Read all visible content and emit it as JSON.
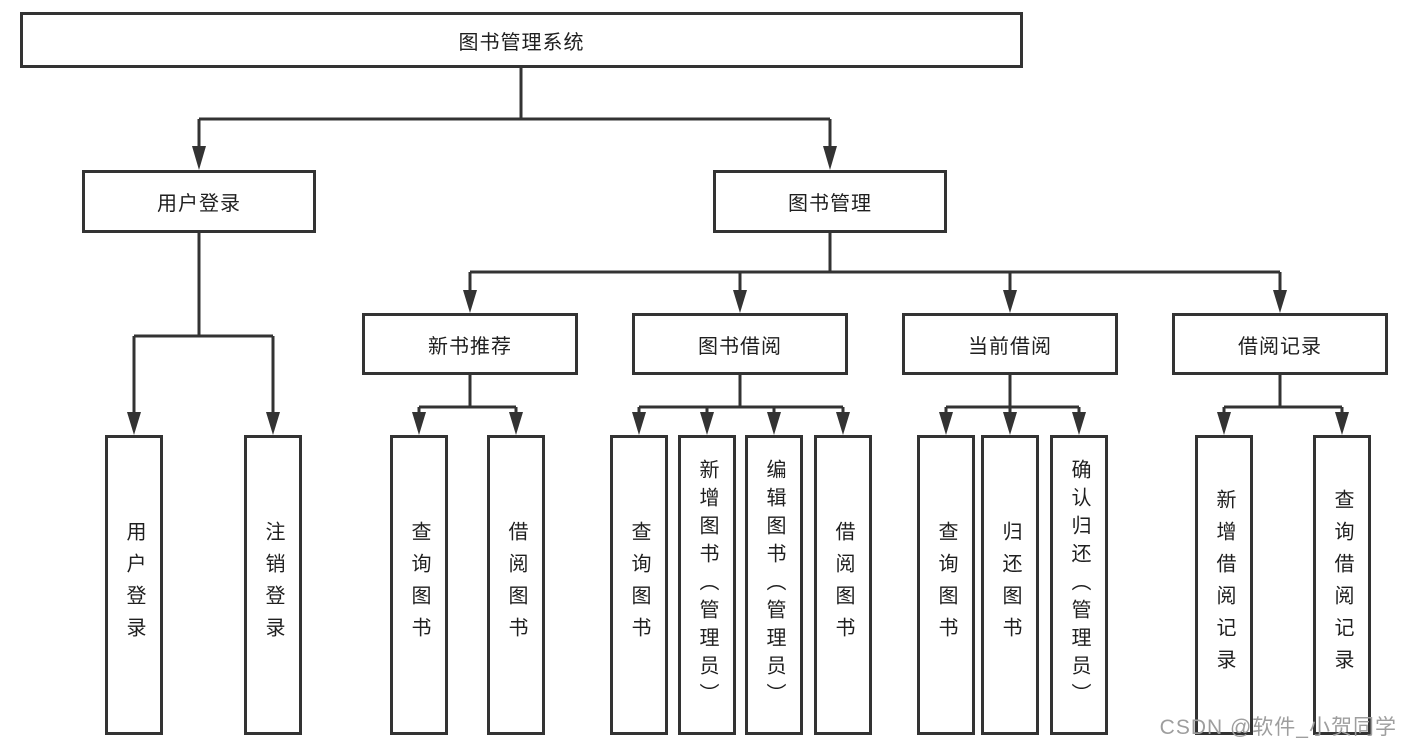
{
  "watermark": "CSDN @软件_小贺同学",
  "colors": {
    "line": "#333333",
    "text": "#1f1f1f",
    "watermark": "#9e9e9e"
  },
  "tree": {
    "root": "图书管理系统",
    "branches": [
      {
        "label": "用户登录",
        "children": [
          "用户登录",
          "注销登录"
        ]
      },
      {
        "label": "图书管理",
        "children": [
          {
            "label": "新书推荐",
            "children": [
              "查询图书",
              "借阅图书"
            ]
          },
          {
            "label": "图书借阅",
            "children": [
              "查询图书",
              "新增图书（管理员）",
              "编辑图书（管理员）",
              "借阅图书"
            ]
          },
          {
            "label": "当前借阅",
            "children": [
              "查询图书",
              "归还图书",
              "确认归还（管理员）"
            ]
          },
          {
            "label": "借阅记录",
            "children": [
              "新增借阅记录",
              "查询借阅记录"
            ]
          }
        ]
      }
    ]
  }
}
